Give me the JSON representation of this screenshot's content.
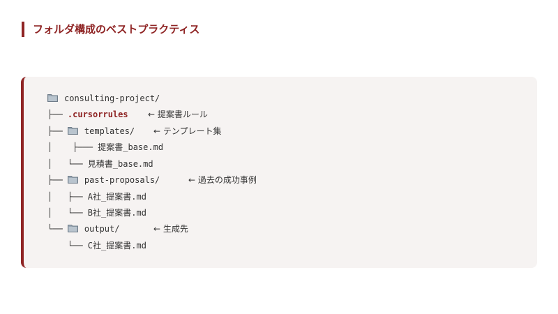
{
  "heading": "フォルダ構成のベストプラクティス",
  "tree": {
    "root": "consulting-project/",
    "cursorrules": {
      "prefix": "├── ",
      "name": ".cursorrules",
      "comment": "← 提案書ルール"
    },
    "templates": {
      "prefix": "├── ",
      "name": "templates/",
      "comment": "← テンプレート集",
      "children": [
        {
          "prefix": "│    ├─── ",
          "name": "提案書_base.md"
        },
        {
          "prefix": "│   └── ",
          "name": "見積書_base.md"
        }
      ]
    },
    "past_proposals": {
      "prefix": "├── ",
      "name": "past-proposals/",
      "comment": "← 過去の成功事例",
      "children": [
        {
          "prefix": "│   ├── ",
          "name": "A社_提案書.md"
        },
        {
          "prefix": "│   └── ",
          "name": "B社_提案書.md"
        }
      ]
    },
    "output": {
      "prefix": "└── ",
      "name": "output/",
      "comment": "← 生成先",
      "children": [
        {
          "prefix": "    └── ",
          "name": "C社_提案書.md"
        }
      ]
    }
  },
  "icons": {
    "folder": "folder-icon"
  },
  "colors": {
    "accent": "#8f2424",
    "code_background": "#f6f3f2",
    "text": "#333333"
  }
}
